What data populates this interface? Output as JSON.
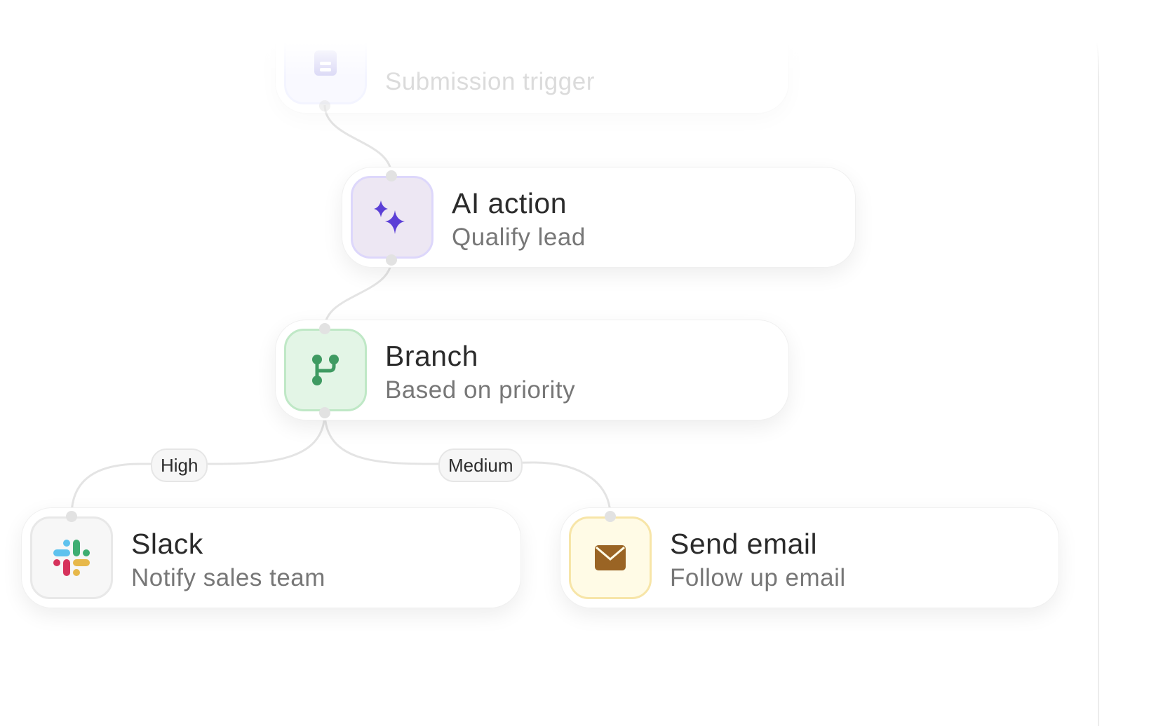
{
  "nodes": {
    "trigger": {
      "subtitle": "Submission trigger",
      "icon": "form-icon"
    },
    "ai_action": {
      "title": "AI action",
      "subtitle": "Qualify lead",
      "icon": "sparkles-icon",
      "color": "#5b3fd6"
    },
    "branch": {
      "title": "Branch",
      "subtitle": "Based on priority",
      "icon": "branch-icon",
      "color": "#3f9a62"
    },
    "slack": {
      "title": "Slack",
      "subtitle": "Notify sales team",
      "icon": "slack-icon"
    },
    "email": {
      "title": "Send email",
      "subtitle": "Follow up email",
      "icon": "mail-icon",
      "color": "#9a6424"
    }
  },
  "edges": {
    "high_label": "High",
    "medium_label": "Medium"
  }
}
